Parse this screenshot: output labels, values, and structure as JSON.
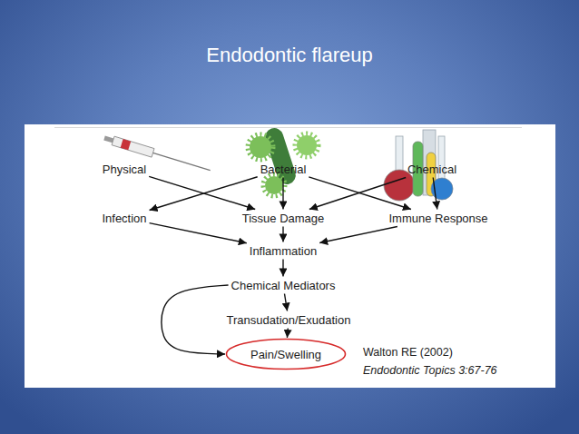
{
  "diagram": {
    "title": "Endodontic flareup",
    "nodes": [
      {
        "text": [
          "Physical"
        ]
      },
      {
        "text": [
          "Bacterial"
        ]
      },
      {
        "text": [
          "Chemical"
        ]
      },
      {
        "text": [
          "Infection"
        ]
      },
      {
        "text": [
          "Tissue Damage"
        ]
      },
      {
        "text": [
          "Immune Response"
        ]
      },
      {
        "text": [
          "Inflammation"
        ]
      },
      {
        "text": [
          "Chemical Mediators"
        ]
      },
      {
        "text": [
          "Transudation/Exudation"
        ]
      },
      {
        "text": [
          "Pain/Swelling"
        ]
      }
    ],
    "edges": [
      {
        "from": 0,
        "to": 4,
        "arrow": "to"
      },
      {
        "from": 1,
        "to": 3,
        "arrow": "to"
      },
      {
        "from": 1,
        "to": 4,
        "arrow": "to"
      },
      {
        "from": 1,
        "to": 5,
        "arrow": "to"
      },
      {
        "from": 2,
        "to": 4,
        "arrow": "to"
      },
      {
        "from": 2,
        "to": 5,
        "arrow": "to"
      },
      {
        "from": 3,
        "to": 6,
        "arrow": "to"
      },
      {
        "from": 4,
        "to": 6,
        "arrow": "to"
      },
      {
        "from": 5,
        "to": 6,
        "arrow": "to"
      },
      {
        "from": 6,
        "to": 7,
        "arrow": "to"
      },
      {
        "from": 7,
        "to": 8,
        "arrow": "to"
      },
      {
        "from": 8,
        "to": 9,
        "arrow": "to"
      },
      {
        "from": 7,
        "to": 9,
        "arrow": "to"
      }
    ],
    "labels": [
      "Walton RE (2002)",
      "Endodontic Topics 3:67-76"
    ]
  }
}
